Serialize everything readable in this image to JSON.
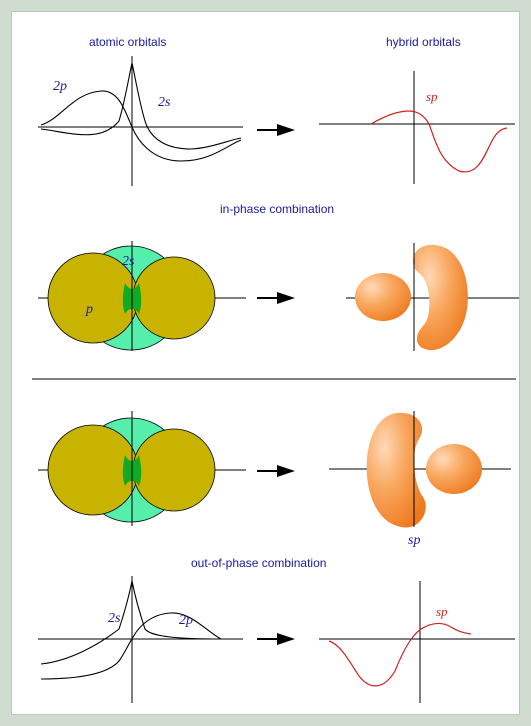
{
  "headings": {
    "atomic": "atomic orbitals",
    "hybrid": "hybrid orbitals",
    "in_phase": "in-phase combination",
    "out_of_phase": "out-of-phase combination"
  },
  "labels": {
    "p2_top": "2p",
    "s2_top": "2s",
    "sp_top": "sp",
    "s2_lobe_top": "2s",
    "p_lobe_top": "p",
    "sp_bottom_lobe": "sp",
    "s2_bottom": "2s",
    "p2_bottom": "2p",
    "sp_bottom": "sp"
  },
  "colors": {
    "page_bg": "#cfdccf",
    "p_lobe": "#c8b400",
    "s_orbital": "#55eeaa",
    "overlap": "#11aa22",
    "hybrid_lobe": "#f48a2a",
    "hybrid_curve": "#cc2222",
    "text": "#1a1aa0"
  },
  "icons": {
    "arrow": "right-arrow-icon"
  }
}
